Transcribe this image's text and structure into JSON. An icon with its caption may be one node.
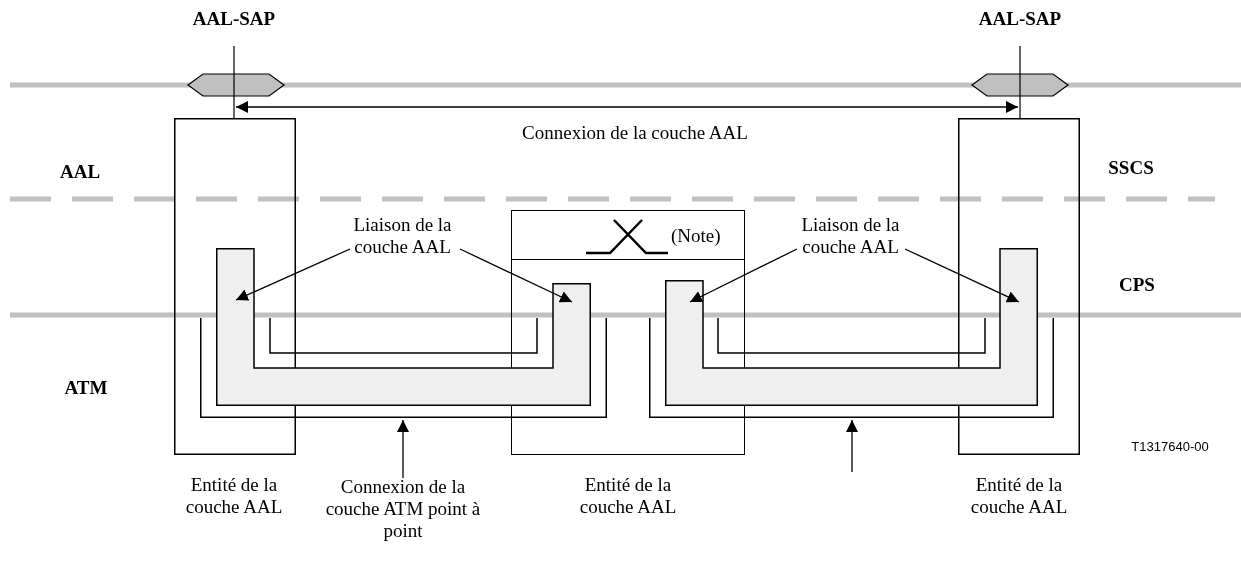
{
  "diagram": {
    "nodes": [
      {
        "text": [],
        "shape": "hexagon",
        "beside": [
          "AAL-SAP"
        ]
      },
      {
        "text": [],
        "shape": "hexagon",
        "beside": [
          "AAL-SAP"
        ]
      },
      {
        "text": [],
        "shape": "box",
        "beside": [
          "Entité de la couche AAL"
        ]
      },
      {
        "text": [
          "(Note)"
        ],
        "beside": [
          "Entité de la couche AAL"
        ]
      },
      {
        "text": [],
        "shape": "box",
        "beside": [
          "Entité de la couche AAL"
        ]
      },
      {
        "text": [
          "Liaison de la couche AAL"
        ]
      },
      {
        "text": [
          "Liaison de la couche AAL"
        ]
      },
      {
        "text": [],
        "shape": "bar"
      },
      {
        "text": [],
        "shape": "bar"
      },
      {
        "text": [
          "Connexion de la couche ATM point à point"
        ]
      },
      {
        "text": [],
        "shape": "line"
      },
      {
        "text": [],
        "shape": "line"
      }
    ],
    "edges": [
      {
        "from": 0,
        "to": 1,
        "arrow": "both",
        "label": "Connexion de la couche AAL"
      },
      {
        "from": 5,
        "to": 7,
        "arrow": "to"
      },
      {
        "from": 5,
        "to": 7,
        "arrow": "to"
      },
      {
        "from": 6,
        "to": 8,
        "arrow": "to"
      },
      {
        "from": 6,
        "to": 8,
        "arrow": "to"
      },
      {
        "from": 9,
        "to": 10,
        "arrow": "to"
      },
      {
        "from": null,
        "to": 11,
        "arrow": "to"
      }
    ],
    "labels": [
      "AAL",
      "SSCS",
      "CPS",
      "ATM",
      "T1317640-00"
    ]
  }
}
